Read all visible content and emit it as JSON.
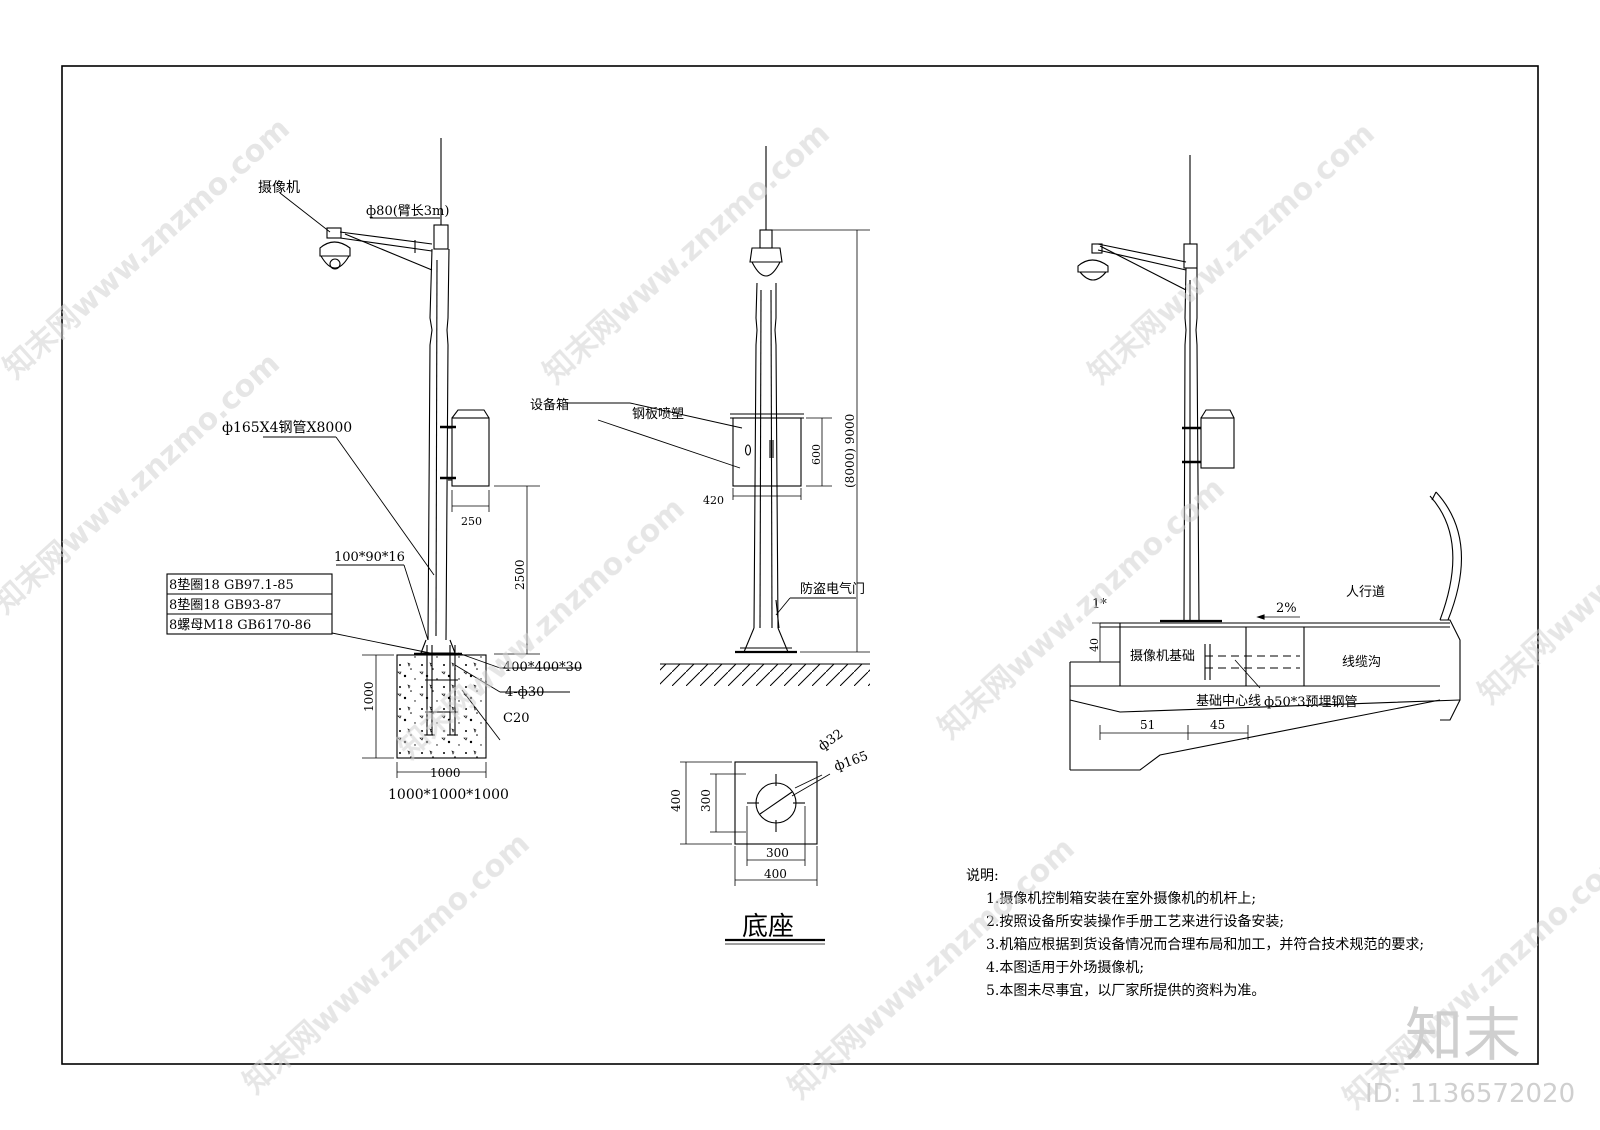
{
  "left_view": {
    "camera_label": "摄像机",
    "arm_label": "ф80(臂长3m)",
    "pipe_label": "ф165X4钢管X8000",
    "plate_label": "100*90*16",
    "bom": [
      "8垫圈18   GB97.1-85",
      "8垫圈18   GB93-87",
      "8螺母M18   GB6170-86"
    ],
    "base_plate_label": "400*400*30",
    "bolt_label": "4-ф30",
    "concrete_label": "C20",
    "dim_box_width": "250",
    "dim_box_height": "2500",
    "dim_foundation_height": "1000",
    "dim_foundation_width": "1000",
    "foundation_size": "1000*1000*1000"
  },
  "middle_view": {
    "box_label": "设备箱",
    "paint_label": "钢板喷塑",
    "dim_box_height": "600",
    "dim_box_width": "420",
    "dim_total": "(8000) 9000",
    "door_label": "防盗电气门"
  },
  "base_detail": {
    "hole_label": "ф32",
    "pipe_label": "ф165",
    "dim_outer_h": "400",
    "dim_inner_h": "300",
    "dim_inner_w": "300",
    "dim_outer_w": "400",
    "title": "底座"
  },
  "right_view": {
    "mark_1": "1*",
    "dim_40": "40",
    "foundation_label": "摄像机基础",
    "slope_label": "2%",
    "sidewalk_label": "人行道",
    "trench_label": "线缆沟",
    "center_label": "基础中心线",
    "conduit_label": "ф50*3预埋钢管",
    "dim_51": "51",
    "dim_45": "45"
  },
  "notes": {
    "heading": "说明:",
    "items": [
      "1.摄像机控制箱安装在室外摄像机的机杆上;",
      "2.按照设备所安装操作手册工艺来进行设备安装;",
      "3.机箱应根据到货设备情况而合理布局和加工，并符合技术规范的要求;",
      "4.本图适用于外场摄像机;",
      "5.本图未尽事宜，以厂家所提供的资料为准。"
    ]
  },
  "watermark": {
    "text": "知末网www.znzmo.com",
    "logo": "知末",
    "id": "ID: 1136572020"
  }
}
